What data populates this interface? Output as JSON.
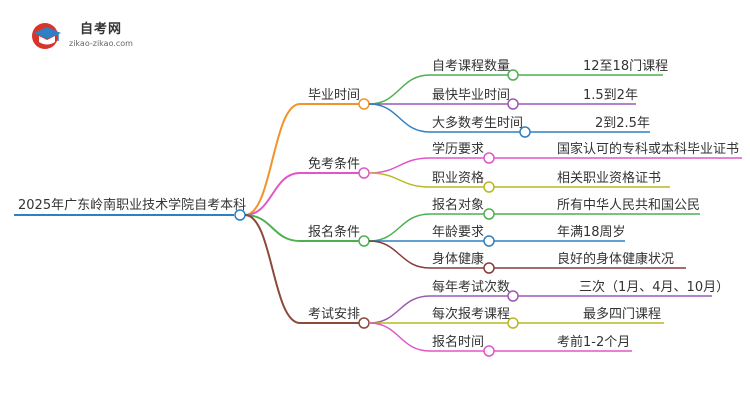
{
  "brand": {
    "name": "自考网",
    "domain": "zikao-zikao.com"
  },
  "mindmap": {
    "root": "2025年广东岭南职业技术学院自考本科",
    "branches": [
      {
        "label": "毕业时间",
        "color": "#f0932b",
        "items": [
          {
            "label": "自考课程数量",
            "value": "12至18门课程",
            "color": "#4cb050"
          },
          {
            "label": "最快毕业时间",
            "value": "1.5到2年",
            "color": "#9b59b6"
          },
          {
            "label": "大多数考生时间",
            "value": "2到2.5年",
            "color": "#2f80c2"
          }
        ]
      },
      {
        "label": "免考条件",
        "color": "#e056c8",
        "items": [
          {
            "label": "学历要求",
            "value": "国家认可的专科或本科毕业证书",
            "color": "#e056c8"
          },
          {
            "label": "职业资格",
            "value": "相关职业资格证书",
            "color": "#b8b820"
          }
        ]
      },
      {
        "label": "报名条件",
        "color": "#4cb050",
        "items": [
          {
            "label": "报名对象",
            "value": "所有中华人民共和国公民",
            "color": "#4cb050"
          },
          {
            "label": "年龄要求",
            "value": "年满18周岁",
            "color": "#2f80c2"
          },
          {
            "label": "身体健康",
            "value": "良好的身体健康状况",
            "color": "#8b3a3a"
          }
        ]
      },
      {
        "label": "考试安排",
        "color": "#8b4a3a",
        "items": [
          {
            "label": "每年考试次数",
            "value": "三次（1月、4月、10月）",
            "color": "#9b59b6"
          },
          {
            "label": "每次报考课程",
            "value": "最多四门课程",
            "color": "#b8b820"
          },
          {
            "label": "报名时间",
            "value": "考前1-2个月",
            "color": "#e056c8"
          }
        ]
      }
    ],
    "root_color": "#2f80c2"
  }
}
